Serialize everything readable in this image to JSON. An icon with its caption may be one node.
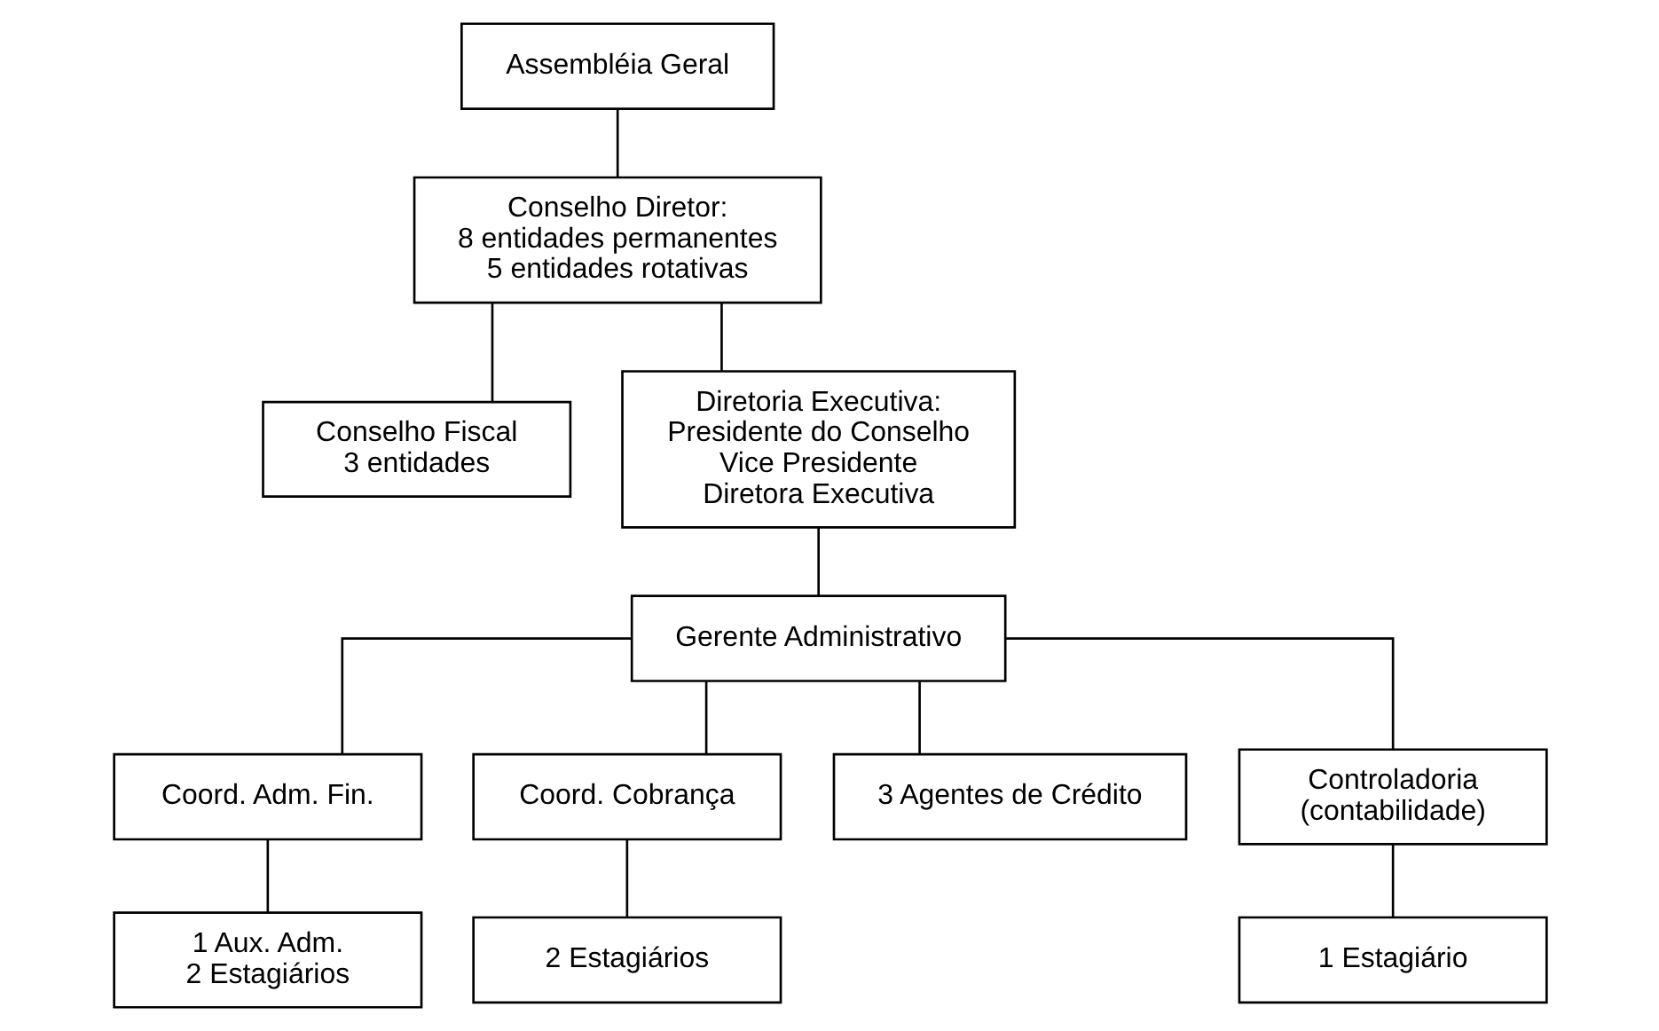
{
  "diagram": {
    "nodes": [
      {
        "text": [
          "Assembléia Geral"
        ]
      },
      {
        "text": [
          "Conselho Diretor:",
          "8 entidades permanentes",
          "5 entidades rotativas"
        ]
      },
      {
        "text": [
          "Conselho Fiscal",
          "3 entidades"
        ]
      },
      {
        "text": [
          "Diretoria Executiva:",
          "Presidente do Conselho",
          "Vice Presidente",
          "Diretora Executiva"
        ]
      },
      {
        "text": [
          "Gerente Administrativo"
        ]
      },
      {
        "text": [
          "Coord. Adm. Fin."
        ]
      },
      {
        "text": [
          "Coord. Cobrança"
        ]
      },
      {
        "text": [
          "3 Agentes de Crédito"
        ]
      },
      {
        "text": [
          "Controladoria",
          "(contabilidade)"
        ]
      },
      {
        "text": [
          "1 Aux. Adm.",
          "2 Estagiários"
        ]
      },
      {
        "text": [
          "2 Estagiários"
        ]
      },
      {
        "text": [
          "1 Estagiário"
        ]
      }
    ],
    "edges": [
      {
        "from": 0,
        "to": 1,
        "arrow": "none"
      },
      {
        "from": 1,
        "to": 3,
        "arrow": "none"
      },
      {
        "from": 1,
        "to": 2,
        "arrow": "none"
      },
      {
        "from": 3,
        "to": 4,
        "arrow": "none"
      },
      {
        "from": 4,
        "to": 5,
        "arrow": "none"
      },
      {
        "from": 4,
        "to": 6,
        "arrow": "none"
      },
      {
        "from": 4,
        "to": 7,
        "arrow": "none"
      },
      {
        "from": 4,
        "to": 8,
        "arrow": "none"
      },
      {
        "from": 5,
        "to": 9,
        "arrow": "none"
      },
      {
        "from": 6,
        "to": 10,
        "arrow": "none"
      },
      {
        "from": 8,
        "to": 11,
        "arrow": "none"
      }
    ]
  }
}
